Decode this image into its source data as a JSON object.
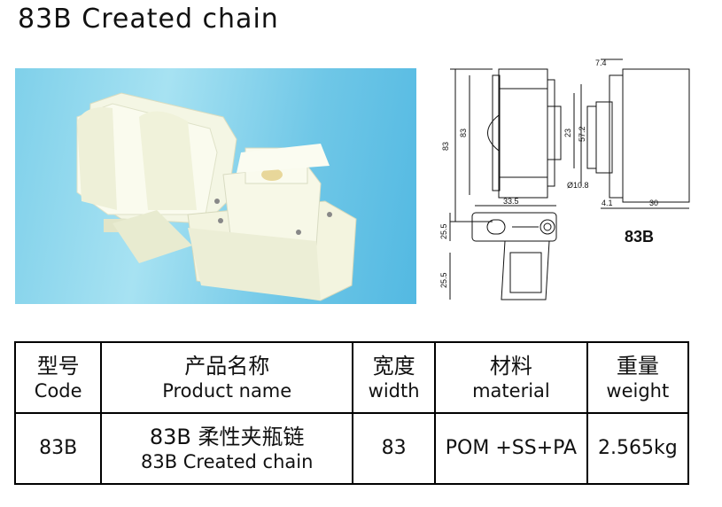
{
  "page": {
    "title": "83B Created chain"
  },
  "drawing": {
    "model_label": "83B",
    "dimensions": {
      "top_width": "7.4",
      "height_main": "83",
      "height_inner": "83",
      "inner_23": "23",
      "inner_57_2": "57.2",
      "diameter": "Ø10.8",
      "bottom_4_1": "4.1",
      "bottom_30": "30",
      "width_33_5": "33.5",
      "side_25_5_a": "25.5",
      "side_25_5_b": "25.5"
    }
  },
  "table": {
    "headers": [
      {
        "zh": "型号",
        "en": "Code"
      },
      {
        "zh": "产品名称",
        "en": "Product name"
      },
      {
        "zh": "宽度",
        "en": "width"
      },
      {
        "zh": "材料",
        "en": "material"
      },
      {
        "zh": "重量",
        "en": "weight"
      }
    ],
    "row": {
      "code": "83B",
      "name_zh": "83B 柔性夹瓶链",
      "name_en": "83B Created chain",
      "width": "83",
      "material": "POM +SS+PA",
      "weight": "2.565kg"
    }
  }
}
